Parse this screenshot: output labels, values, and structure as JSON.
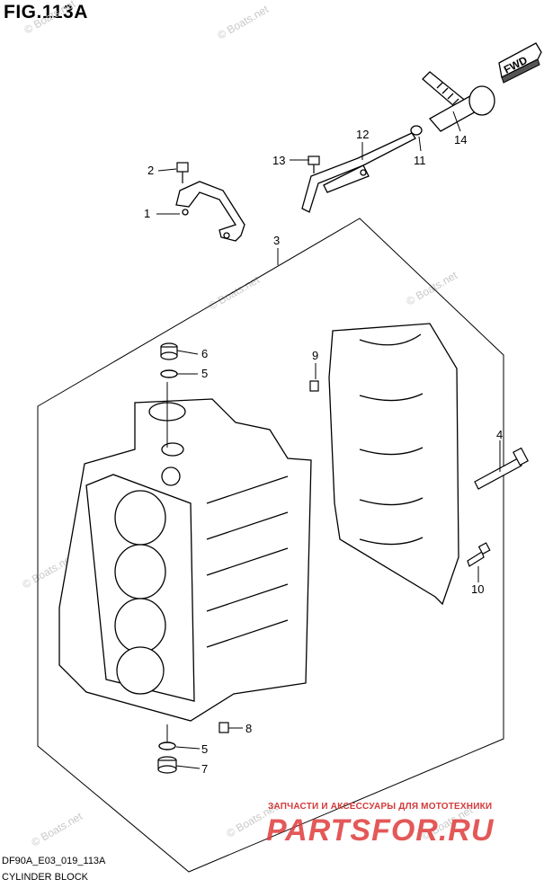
{
  "figure": {
    "title": "FIG.113A",
    "code": "DF90A_E03_019_113A",
    "name": "CYLINDER BLOCK",
    "fwd_label": "FWD"
  },
  "callouts": [
    {
      "id": "c1",
      "label": "1"
    },
    {
      "id": "c2",
      "label": "2"
    },
    {
      "id": "c3",
      "label": "3"
    },
    {
      "id": "c4",
      "label": "4"
    },
    {
      "id": "c5a",
      "label": "5"
    },
    {
      "id": "c5b",
      "label": "5"
    },
    {
      "id": "c6",
      "label": "6"
    },
    {
      "id": "c7",
      "label": "7"
    },
    {
      "id": "c8",
      "label": "8"
    },
    {
      "id": "c9",
      "label": "9"
    },
    {
      "id": "c10",
      "label": "10"
    },
    {
      "id": "c11",
      "label": "11"
    },
    {
      "id": "c12",
      "label": "12"
    },
    {
      "id": "c13",
      "label": "13"
    },
    {
      "id": "c14",
      "label": "14"
    }
  ],
  "watermark": "© Boats.net",
  "promo": {
    "tagline": "ЗАПЧАСТИ И АКСЕССУАРЫ ДЛЯ МОТОТЕХНИКИ",
    "brand": "PARTSFOR.RU"
  },
  "colors": {
    "line": "#000000",
    "watermark": "#c9c9c9",
    "brand": "#e03c3c"
  }
}
